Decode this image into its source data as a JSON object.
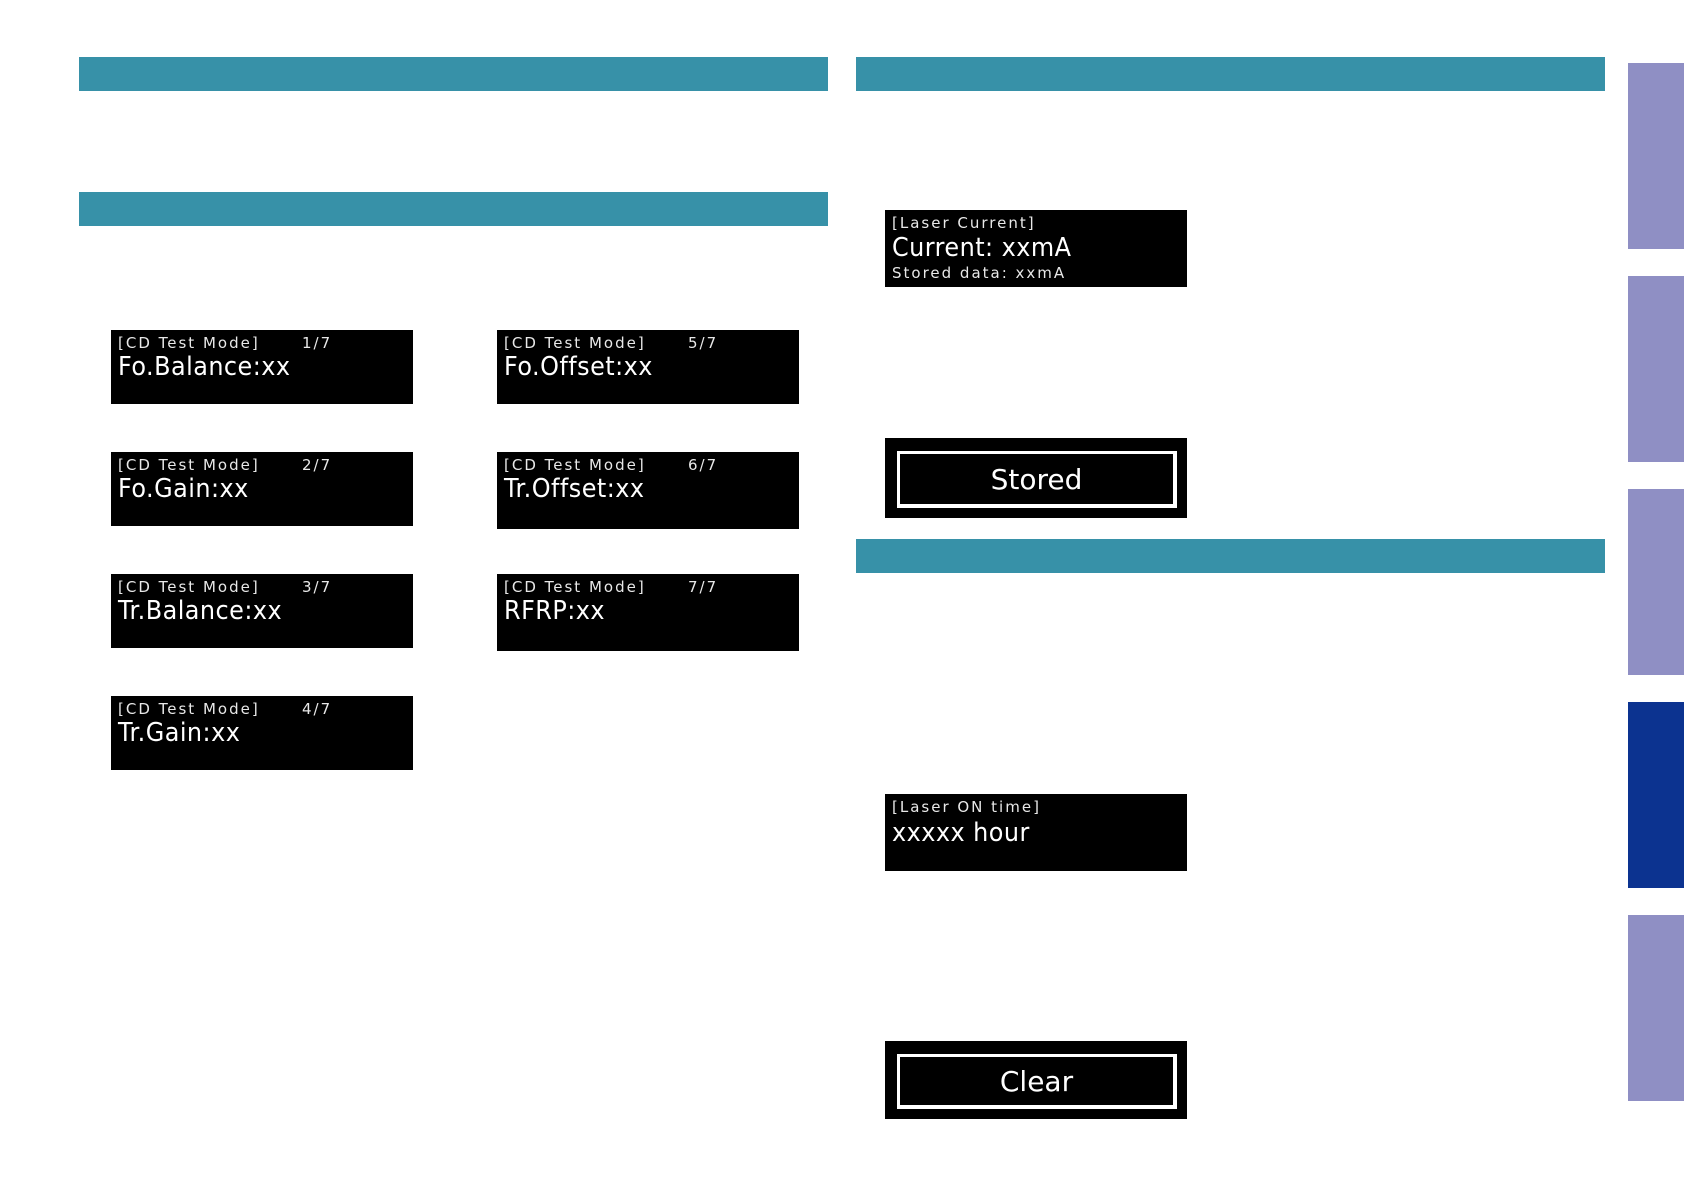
{
  "cd_test_mode": {
    "screens": [
      {
        "header": "[CD Test Mode]",
        "page": "1/7",
        "value": "Fo.Balance:xx"
      },
      {
        "header": "[CD Test Mode]",
        "page": "2/7",
        "value": "Fo.Gain:xx"
      },
      {
        "header": "[CD Test Mode]",
        "page": "3/7",
        "value": "Tr.Balance:xx"
      },
      {
        "header": "[CD Test Mode]",
        "page": "4/7",
        "value": "Tr.Gain:xx"
      },
      {
        "header": "[CD Test Mode]",
        "page": "5/7",
        "value": "Fo.Offset:xx"
      },
      {
        "header": "[CD Test Mode]",
        "page": "6/7",
        "value": "Tr.Offset:xx"
      },
      {
        "header": "[CD Test Mode]",
        "page": "7/7",
        "value": "RFRP:xx"
      }
    ]
  },
  "laser_current": {
    "header": "[Laser Current]",
    "value": "Current: xxmA",
    "stored": "Stored data: xxmA",
    "button": "Stored"
  },
  "laser_on_time": {
    "header": "[Laser ON time]",
    "value": "xxxxx hour",
    "button": "Clear"
  },
  "colors": {
    "section_bar": "#3791a8",
    "side_tab": "#8f8fc4",
    "side_tab_active": "#0c3390",
    "lcd_background": "#000000"
  }
}
